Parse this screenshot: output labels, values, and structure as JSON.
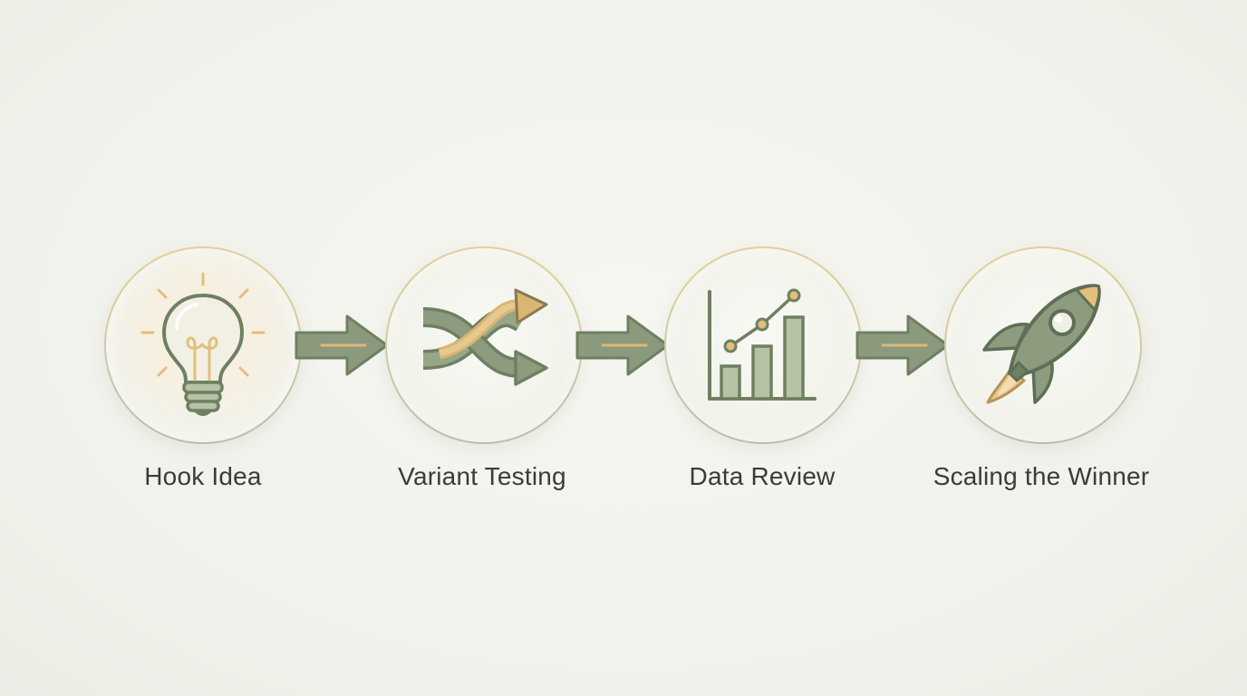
{
  "steps": [
    {
      "id": "hook-idea",
      "label": "Hook Idea",
      "icon": "lightbulb-icon"
    },
    {
      "id": "variant-testing",
      "label": "Variant Testing",
      "icon": "shuffle-arrows-icon"
    },
    {
      "id": "data-review",
      "label": "Data Review",
      "icon": "bar-chart-icon"
    },
    {
      "id": "scaling-the-winner",
      "label": "Scaling the Winner",
      "icon": "rocket-icon"
    }
  ],
  "colors": {
    "sage": "#7e8f70",
    "sage_dark": "#5f6f55",
    "gold": "#e2bf7c",
    "ring_gold": "#e5cf95",
    "background": "#f3f3ee"
  }
}
